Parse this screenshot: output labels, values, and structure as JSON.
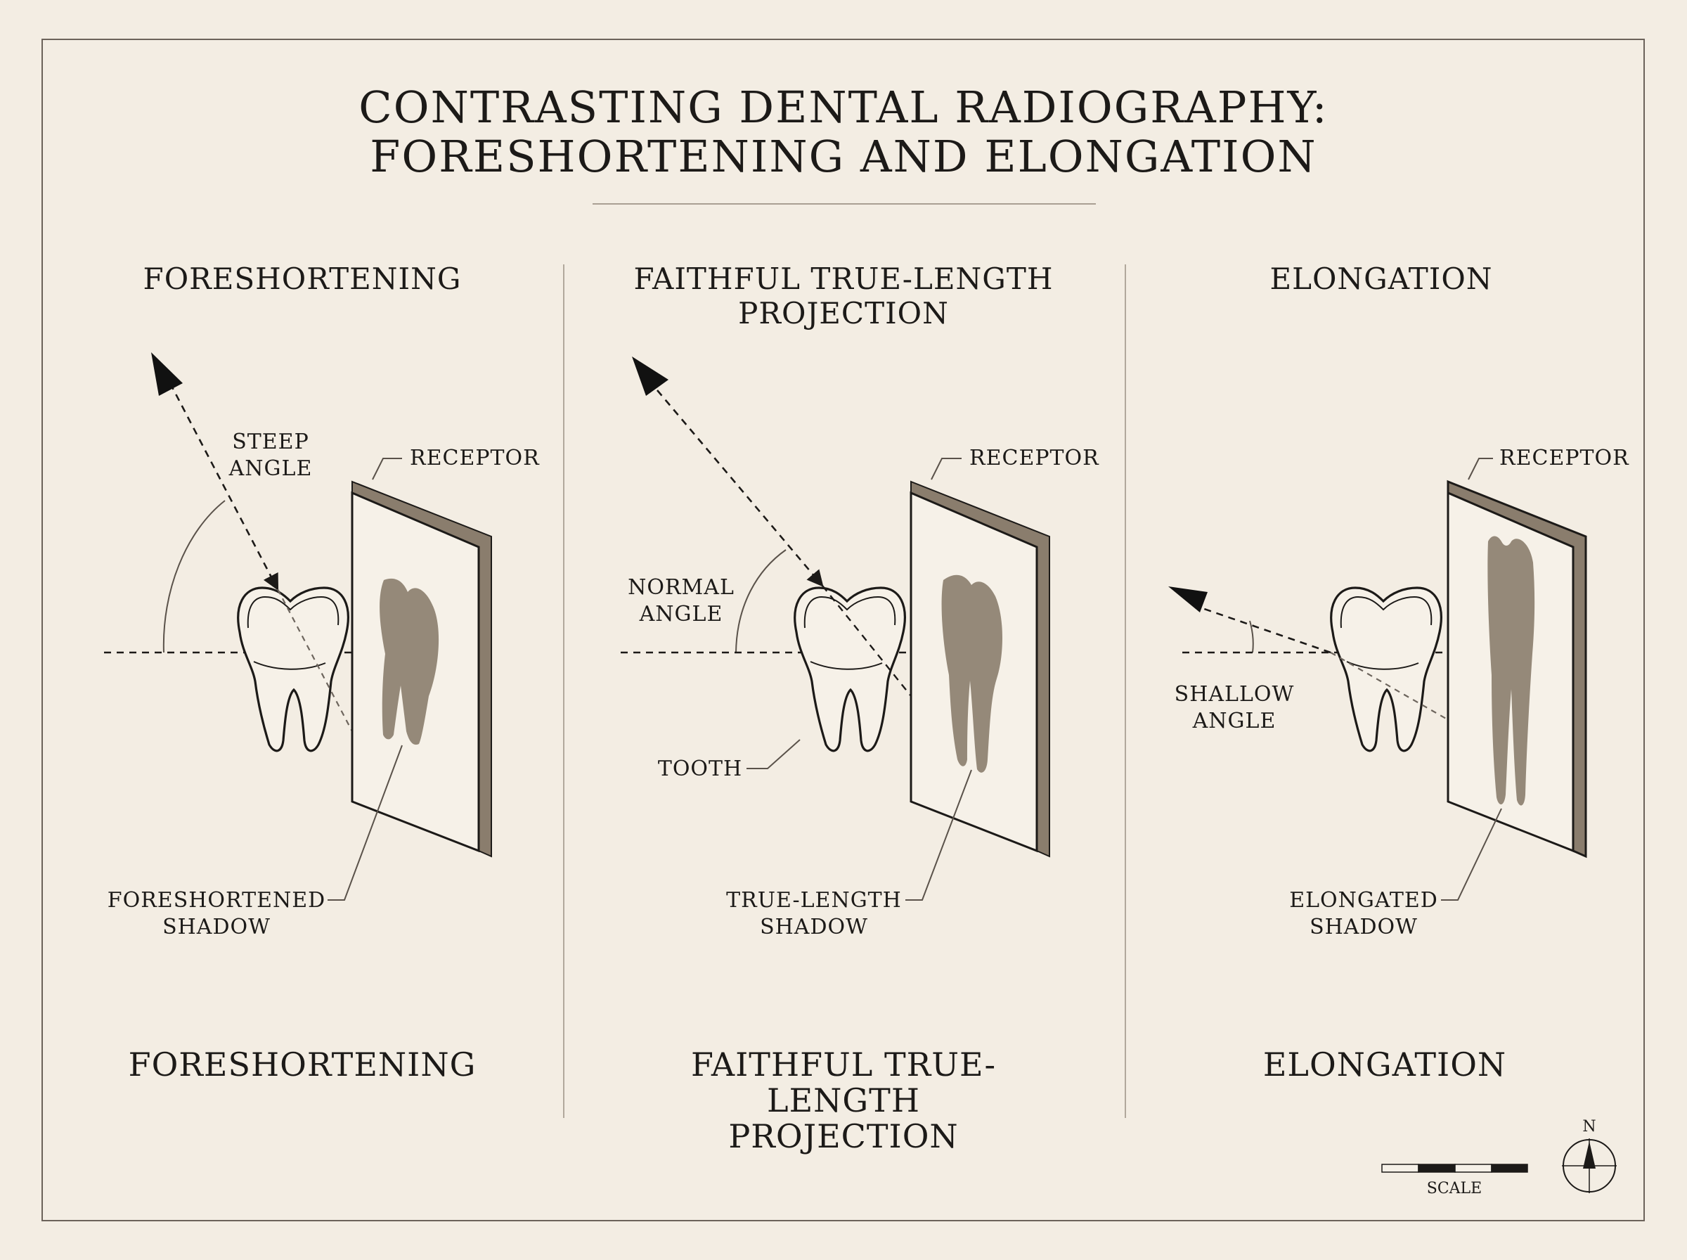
{
  "title": {
    "line1": "CONTRASTING DENTAL RADIOGRAPHY:",
    "line2": "FORESHORTENING AND ELONGATION"
  },
  "panels": [
    {
      "heading": [
        "FORESHORTENING"
      ],
      "angle_label": [
        "STEEP",
        "ANGLE"
      ],
      "receptor_label": "RECEPTOR",
      "shadow_label": [
        "FORESHORTENED",
        "SHADOW"
      ],
      "footer": [
        "FORESHORTENING"
      ]
    },
    {
      "heading": [
        "FAITHFUL TRUE-LENGTH",
        "PROJECTION"
      ],
      "angle_label": [
        "NORMAL",
        "ANGLE"
      ],
      "receptor_label": "RECEPTOR",
      "tooth_label": "TOOTH",
      "shadow_label": [
        "TRUE-LENGTH",
        "SHADOW"
      ],
      "footer": [
        "FAITHFUL TRUE-LENGTH",
        "PROJECTION"
      ]
    },
    {
      "heading": [
        "ELONGATION"
      ],
      "angle_label": [
        "SHALLOW",
        "ANGLE"
      ],
      "receptor_label": "RECEPTOR",
      "shadow_label": [
        "ELONGATED",
        "SHADOW"
      ],
      "footer": [
        "ELONGATION"
      ]
    }
  ],
  "compass": {
    "north_label": "N"
  },
  "scale_bar": {
    "label": "SCALE"
  },
  "colors": {
    "paper": "#f3ede3",
    "ink": "#1c1a18",
    "shadow": "#958979",
    "receptor_edge": "#8a7d6d",
    "rule": "#a99f93"
  }
}
